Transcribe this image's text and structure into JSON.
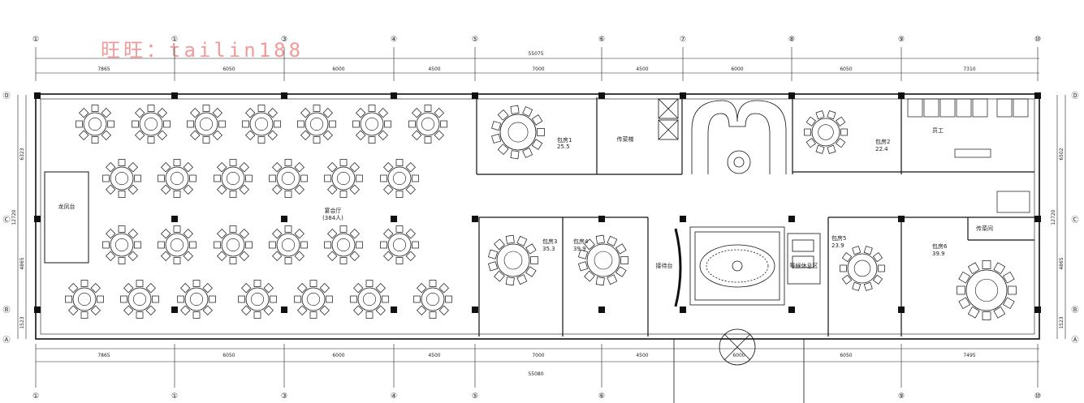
{
  "watermark": "旺旺：tailin188",
  "axes": {
    "top": [
      "①",
      "①",
      "③",
      "④",
      "⑤",
      "⑥",
      "⑦",
      "⑧",
      "⑨",
      "⑩"
    ],
    "bottom": [
      "①",
      "①",
      "③",
      "④",
      "⑤",
      "⑥",
      "⑨",
      "⑩"
    ],
    "left": [
      "Ⓓ",
      "Ⓒ",
      "Ⓑ",
      "Ⓐ"
    ],
    "right": [
      "Ⓓ",
      "Ⓒ",
      "Ⓑ",
      "Ⓐ"
    ]
  },
  "dimensions": {
    "total_top": "55075",
    "total_bottom": "55080",
    "top": [
      "7865",
      "6050",
      "6000",
      "4500",
      "7000",
      "4500",
      "6000",
      "6050",
      "7310"
    ],
    "bottom": [
      "7865",
      "6050",
      "6000",
      "4500",
      "7000",
      "4500",
      "6050",
      "7495"
    ],
    "left": [
      "6323",
      "4865",
      "1523"
    ],
    "left_total": "12720",
    "right": [
      "6502",
      "4865",
      "1523"
    ],
    "right_total": "12720"
  },
  "rooms": {
    "stage": "龙凤台",
    "banquet_hall": "宴会厅",
    "banquet_capacity": "(384人)",
    "pantry": "传菜梯",
    "private_1": "包房1",
    "private_1_area": "25.5",
    "private_2": "包房2",
    "private_2_area": "22.4",
    "staff_wc": "员工",
    "private_3": "包房3",
    "private_3_area": "35.3",
    "private_4": "包房4",
    "private_4_area": "39.9",
    "lounge": "等候休息区",
    "reception": "接待台",
    "private_5": "包房5",
    "private_5_area": "23.9",
    "private_6": "包房6",
    "private_6_area": "39.9",
    "service_room": "传菜间",
    "entrance_area": "6000"
  }
}
